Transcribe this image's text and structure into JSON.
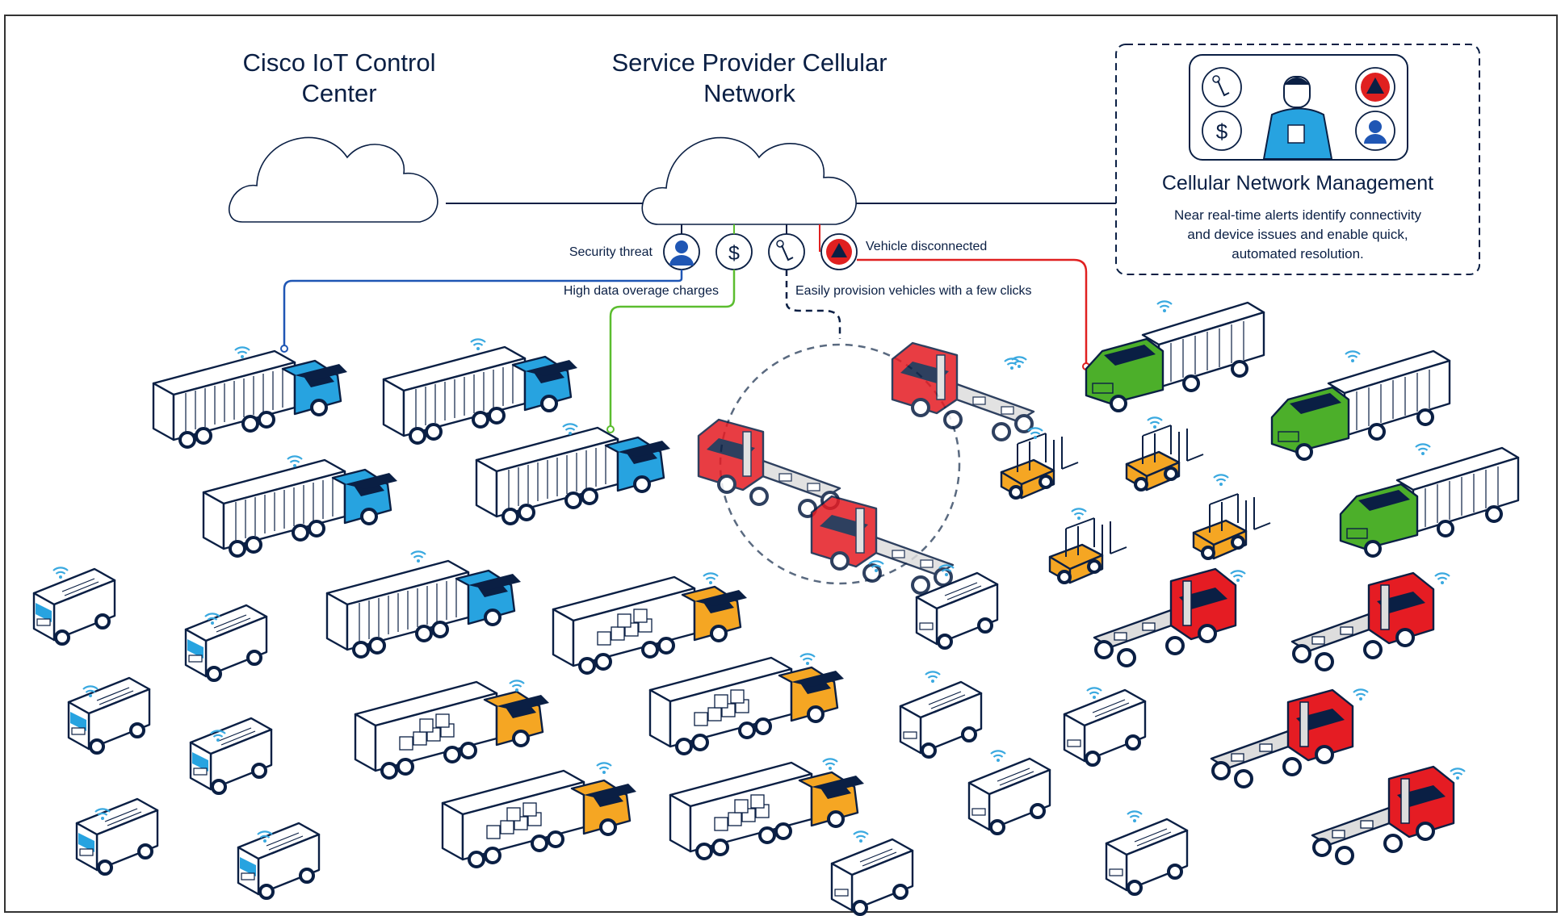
{
  "colors": {
    "navy": "#0a1f44",
    "blue_truck": "#27a3e0",
    "orange_truck": "#f5a623",
    "red_truck": "#e51c23",
    "green_truck": "#4caf2a",
    "wifi": "#3aa9e0",
    "line_blue": "#1f56b4",
    "line_green": "#5bbd2f",
    "line_red": "#e02020"
  },
  "clouds": {
    "control_center": "Cisco IoT Control Center",
    "control_center_line1": "Cisco IoT Control",
    "control_center_line2": "Center",
    "cellular_line1": "Service Provider Cellular",
    "cellular_line2": "Network"
  },
  "management": {
    "title": "Cellular Network Management",
    "desc_line1": "Near real-time alerts identify connectivity",
    "desc_line2": "and device issues and enable quick,",
    "desc_line3": "automated resolution."
  },
  "alerts": {
    "security": "Security threat",
    "overage": "High data overage charges",
    "provision": "Easily provision vehicles with a few clicks",
    "disconnected": "Vehicle disconnected"
  },
  "icons": [
    "person-icon",
    "dollar-icon",
    "tap-icon",
    "warning-icon",
    "user-avatar-icon"
  ]
}
